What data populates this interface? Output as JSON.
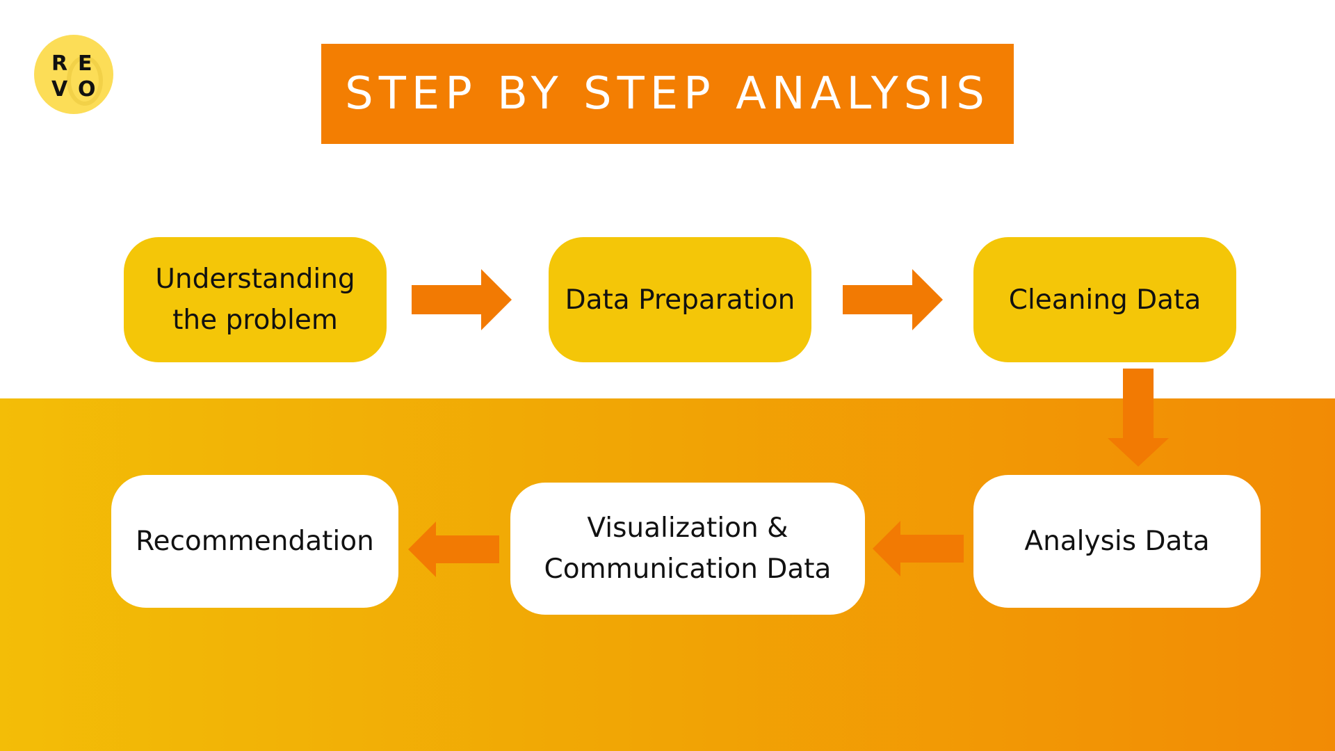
{
  "title": "STEP BY STEP ANALYSIS",
  "logo": {
    "letters": [
      "R",
      "E",
      "V",
      "O"
    ],
    "color": "#fcdd57"
  },
  "steps": [
    {
      "label": "Understanding\nthe problem"
    },
    {
      "label": "Data Preparation"
    },
    {
      "label": "Cleaning Data"
    },
    {
      "label": "Analysis Data"
    },
    {
      "label": "Visualization &\nCommunication Data"
    },
    {
      "label": "Recommendation"
    }
  ],
  "colors": {
    "title_background": "#f37e02",
    "step_yellow": "#f4c608",
    "step_white": "#ffffff",
    "arrow": "#f27a03",
    "band_start": "#f3bd07",
    "band_end": "#f28b05"
  }
}
